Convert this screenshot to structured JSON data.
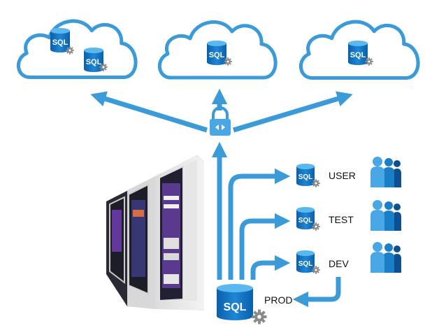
{
  "palette": {
    "accent": "#3b9bd9",
    "arrow": "#3b9bd9",
    "db_dark": "#0d66b3",
    "db_light": "#5ab8ef",
    "gear": "#8a8a8a",
    "person_light": "#4aa7e6",
    "person_mid": "#1b7fc7",
    "person_dark": "#0e4f8f"
  },
  "clouds": [
    {
      "name": "cloud-left",
      "databases": [
        "SQL",
        "SQL"
      ]
    },
    {
      "name": "cloud-center",
      "databases": [
        "SQL"
      ]
    },
    {
      "name": "cloud-right",
      "databases": [
        "SQL"
      ]
    }
  ],
  "icons": {
    "lock": "lock-icon",
    "server_rack": "server-rack-photo",
    "users": "users-group-icon",
    "gear": "gear-icon"
  },
  "environments": [
    {
      "db_text": "SQL",
      "label": "USER"
    },
    {
      "db_text": "SQL",
      "label": "TEST"
    },
    {
      "db_text": "SQL",
      "label": "DEV"
    }
  ],
  "prod": {
    "db_text": "SQL",
    "label": "PROD"
  }
}
